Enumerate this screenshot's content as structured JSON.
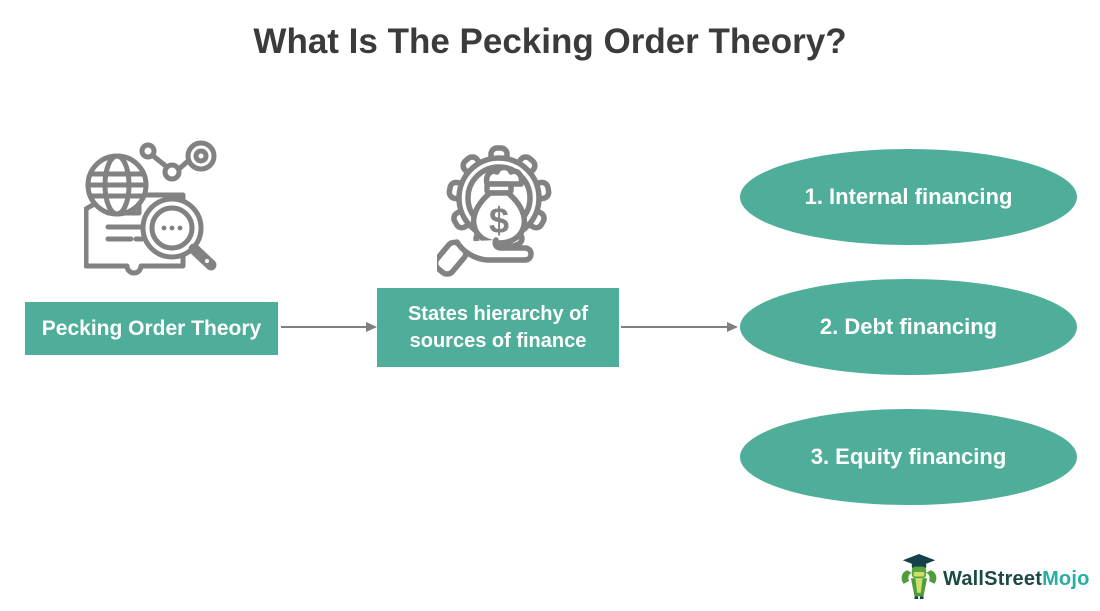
{
  "title": "What Is The Pecking Order Theory?",
  "flow": {
    "source_box": "Pecking Order Theory",
    "definition_box_line1": "States hierarchy of",
    "definition_box_line2": "sources of finance"
  },
  "hierarchy": {
    "items": [
      {
        "label": "1. Internal financing"
      },
      {
        "label": "2. Debt financing"
      },
      {
        "label": "3. Equity financing"
      }
    ]
  },
  "icons": {
    "research": "book-globe-magnifier-chart-icon",
    "finance": "gear-money-bag-in-hand-icon",
    "mascot": "wallstreetmojo-bull-mascot-icon"
  },
  "logo": {
    "brand_primary": "WallStreet",
    "brand_accent": "Mojo"
  },
  "colors": {
    "teal": "#4fae9a",
    "icon_gray": "#828282",
    "arrow_gray": "#7f7f7f",
    "title_text": "#3b3b3b",
    "shape_text": "#ffffff",
    "logo_primary": "#1b4a44",
    "logo_accent": "#26afa3"
  }
}
